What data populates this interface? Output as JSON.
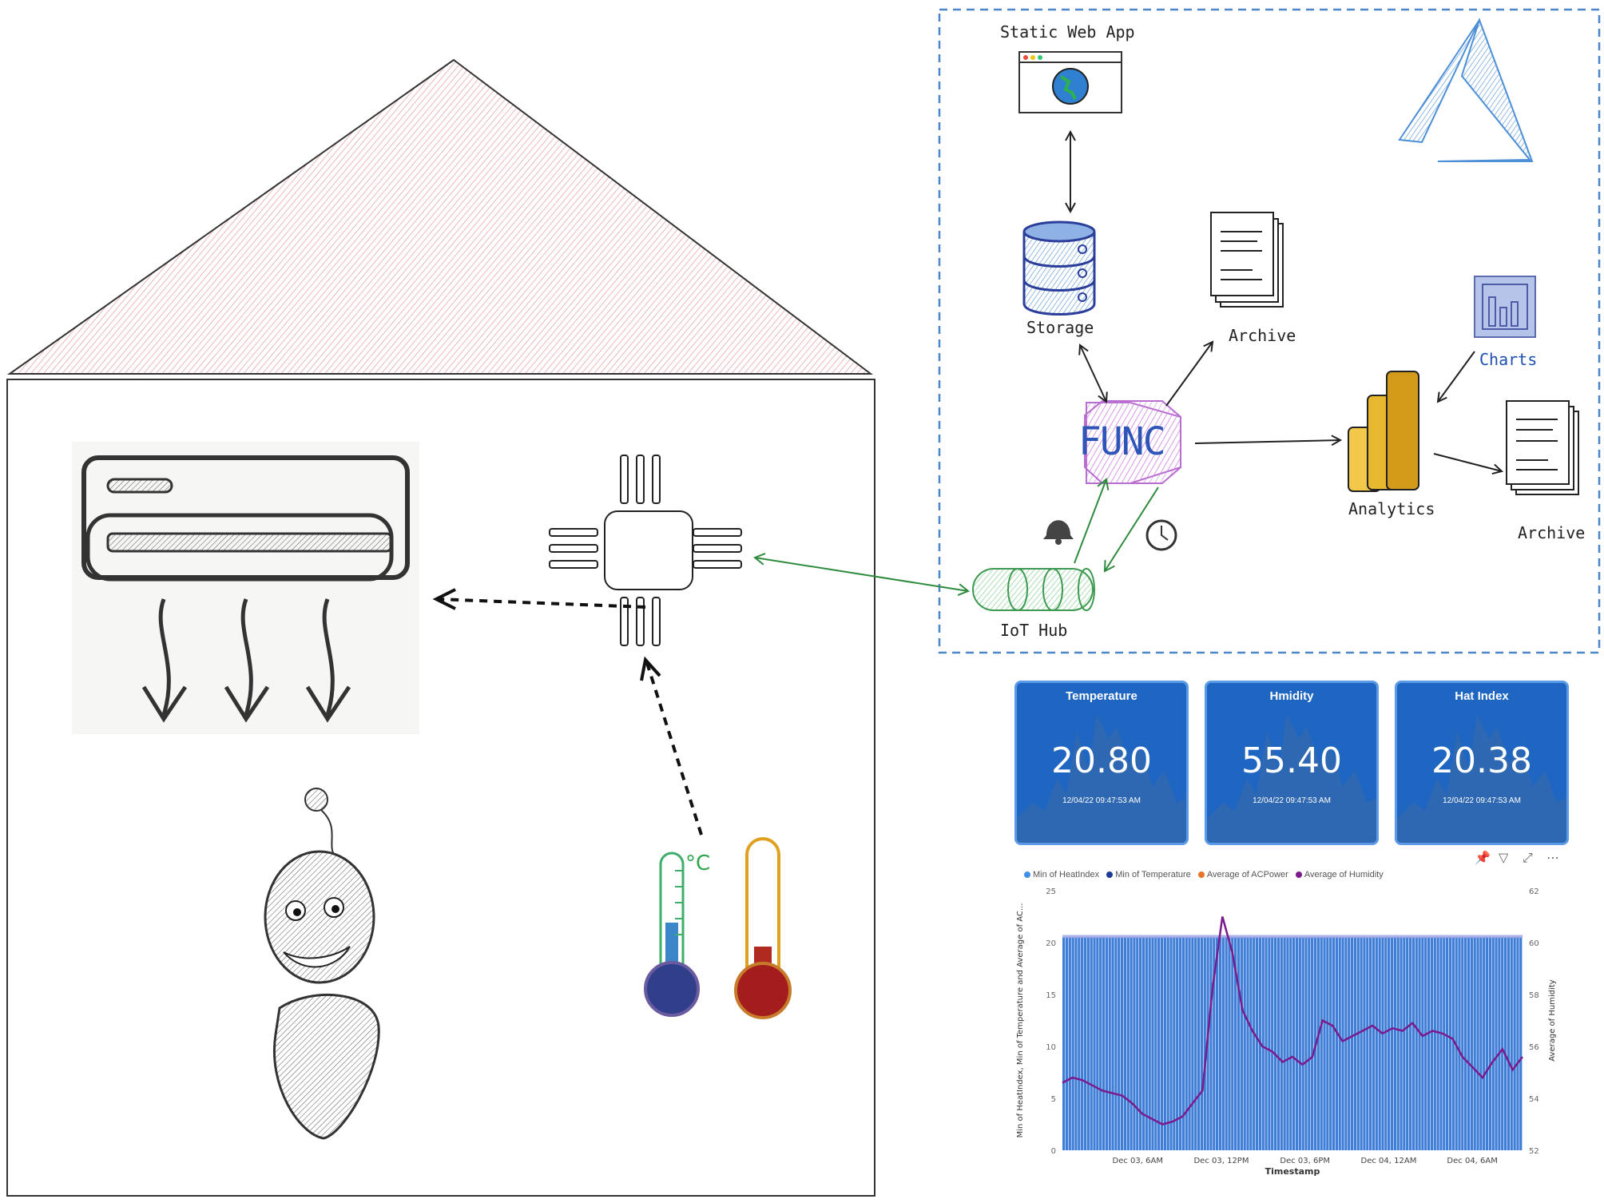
{
  "diagram": {
    "labels": {
      "static_web_app": "Static Web App",
      "storage": "Storage",
      "archive_top": "Archive",
      "charts": "Charts",
      "func": "FUNC",
      "analytics": "Analytics",
      "archive_right": "Archive",
      "iot_hub": "IoT Hub",
      "celsius": "°C"
    },
    "colors": {
      "roof": "#e8888f",
      "func_fill": "#e7b3ef",
      "func_text": "#2d56b8",
      "iot_hub": "#8fd69a",
      "flow_green": "#2e8b3e",
      "azure_logo": "#4d8fd6",
      "analytics_gold": "#e8b82f",
      "dashed_border": "#4a86c8"
    },
    "icons": [
      "house-roof",
      "air-conditioner-icon",
      "microcontroller-icon",
      "thermometer-icon",
      "robot-figure",
      "browser-globe-icon",
      "database-icon",
      "document-stack-icon",
      "charts-icon",
      "function-hexagon-icon",
      "power-bi-icon",
      "iot-hub-cylinder-icon",
      "bell-icon",
      "clock-icon",
      "azure-logo-icon"
    ]
  },
  "dashboard": {
    "cards": [
      {
        "title": "Temperature",
        "value": "20.80",
        "timestamp": "12/04/22 09:47:53 AM"
      },
      {
        "title": "Hmidity",
        "value": "55.40",
        "timestamp": "12/04/22 09:47:53 AM"
      },
      {
        "title": "Hat Index",
        "value": "20.38",
        "timestamp": "12/04/22 09:47:53 AM"
      }
    ],
    "toolbar_icons": [
      "pin-icon",
      "filter-icon",
      "expand-icon",
      "more-options-icon"
    ]
  },
  "chart_data": {
    "type": "bar",
    "title": "",
    "legend": [
      {
        "name": "Min of HeatIndex",
        "color": "#3f8ee8"
      },
      {
        "name": "Min of Temperature",
        "color": "#1b3a9a"
      },
      {
        "name": "Average of ACPower",
        "color": "#e8742a"
      },
      {
        "name": "Average of Humidity",
        "color": "#7b1a8c"
      }
    ],
    "legend_position": "top-left",
    "xlabel": "Timestamp",
    "ylabel": "Min of HeatIndex, Min of Temperature and Average of AC...",
    "y2label": "Average of Humidity",
    "x_ticks": [
      "Dec 03, 6AM",
      "Dec 03, 12PM",
      "Dec 03, 6PM",
      "Dec 04, 12AM",
      "Dec 04, 6AM"
    ],
    "y_ticks": [
      "0",
      "5",
      "10",
      "15",
      "20",
      "25"
    ],
    "y2_ticks": [
      "52",
      "54",
      "56",
      "58",
      "60",
      "62"
    ],
    "ylim": [
      0,
      25
    ],
    "y2lim": [
      52,
      62
    ],
    "bar_level": 20.5,
    "humidity": [
      54.6,
      54.8,
      54.7,
      54.5,
      54.3,
      54.2,
      54.1,
      53.8,
      53.4,
      53.2,
      53.0,
      53.1,
      53.3,
      53.8,
      54.3,
      58.2,
      61.0,
      59.6,
      57.4,
      56.6,
      56.0,
      55.8,
      55.4,
      55.6,
      55.3,
      55.6,
      57.0,
      56.8,
      56.2,
      56.4,
      56.6,
      56.8,
      56.5,
      56.7,
      56.6,
      56.9,
      56.4,
      56.6,
      56.5,
      56.3,
      55.6,
      55.2,
      54.8,
      55.4,
      55.9,
      55.1,
      55.6
    ]
  }
}
